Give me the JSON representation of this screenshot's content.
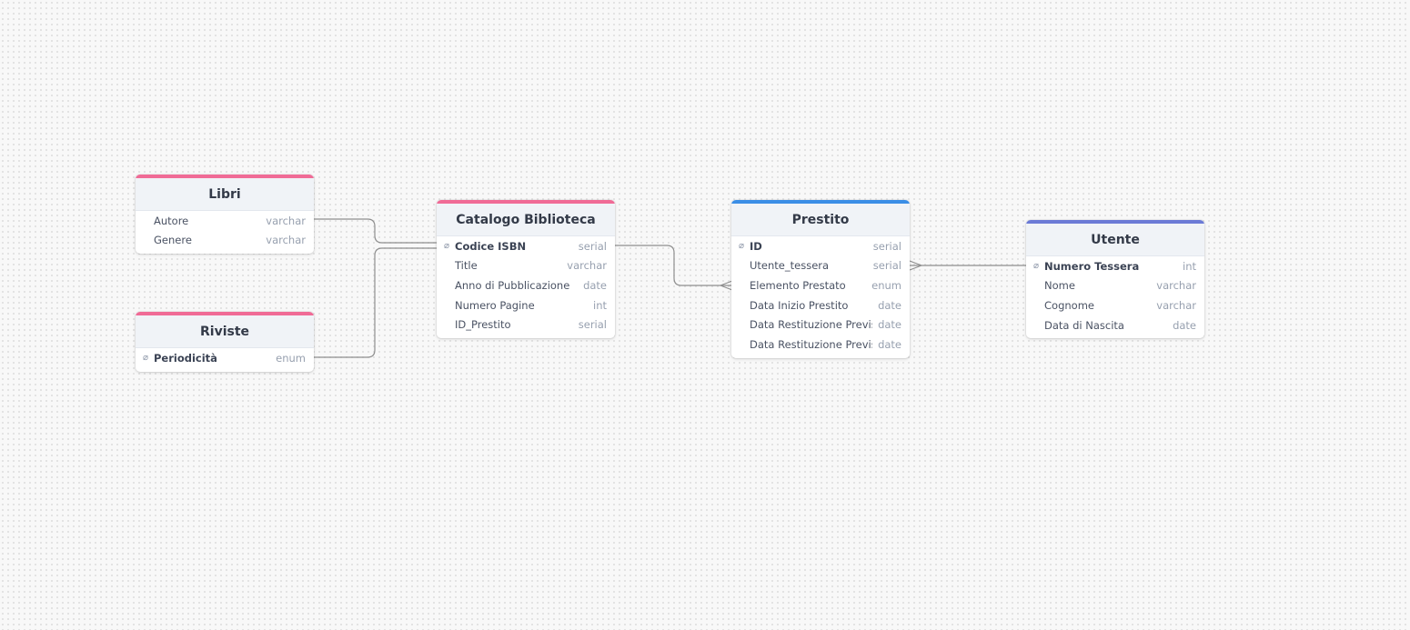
{
  "colors": {
    "pink": "#f06b96",
    "blue": "#3a8ee6",
    "indigo": "#6b7ad6"
  },
  "tables": [
    {
      "id": "libri",
      "name": "Libri",
      "color": "#f06b96",
      "fields": [
        {
          "name": "Autore",
          "type": "varchar",
          "pk": false
        },
        {
          "name": "Genere",
          "type": "varchar",
          "pk": false
        }
      ]
    },
    {
      "id": "riviste",
      "name": "Riviste",
      "color": "#f06b96",
      "fields": [
        {
          "name": "Periodicità",
          "type": "enum",
          "pk": true
        }
      ]
    },
    {
      "id": "catalogo",
      "name": "Catalogo Biblioteca",
      "color": "#f06b96",
      "fields": [
        {
          "name": "Codice ISBN",
          "type": "serial",
          "pk": true
        },
        {
          "name": "Title",
          "type": "varchar",
          "pk": false
        },
        {
          "name": "Anno di Pubblicazione",
          "type": "date",
          "pk": false
        },
        {
          "name": "Numero Pagine",
          "type": "int",
          "pk": false
        },
        {
          "name": "ID_Prestito",
          "type": "serial",
          "pk": false
        }
      ]
    },
    {
      "id": "prestito",
      "name": "Prestito",
      "color": "#3a8ee6",
      "fields": [
        {
          "name": "ID",
          "type": "serial",
          "pk": true
        },
        {
          "name": "Utente_tessera",
          "type": "serial",
          "pk": false
        },
        {
          "name": "Elemento Prestato",
          "type": "enum",
          "pk": false
        },
        {
          "name": "Data Inizio Prestito",
          "type": "date",
          "pk": false
        },
        {
          "name": "Data Restituzione Prevista",
          "type": "date",
          "pk": false
        },
        {
          "name": "Data Restituzione Prevista",
          "type": "date",
          "pk": false
        }
      ]
    },
    {
      "id": "utente",
      "name": "Utente",
      "color": "#6b7ad6",
      "fields": [
        {
          "name": "Numero Tessera",
          "type": "int",
          "pk": true
        },
        {
          "name": "Nome",
          "type": "varchar",
          "pk": false
        },
        {
          "name": "Cognome",
          "type": "varchar",
          "pk": false
        },
        {
          "name": "Data di Nascita",
          "type": "date",
          "pk": false
        }
      ]
    }
  ],
  "relationships": [
    {
      "from": "libri.Autore",
      "to": "catalogo.Codice ISBN",
      "cardinality": "one-to-one"
    },
    {
      "from": "riviste.Periodicità",
      "to": "catalogo.Codice ISBN",
      "cardinality": "one-to-one"
    },
    {
      "from": "catalogo.Codice ISBN",
      "to": "prestito.Elemento Prestato",
      "cardinality": "one-to-many"
    },
    {
      "from": "prestito.Utente_tessera",
      "to": "utente.Numero Tessera",
      "cardinality": "many-to-one"
    }
  ]
}
